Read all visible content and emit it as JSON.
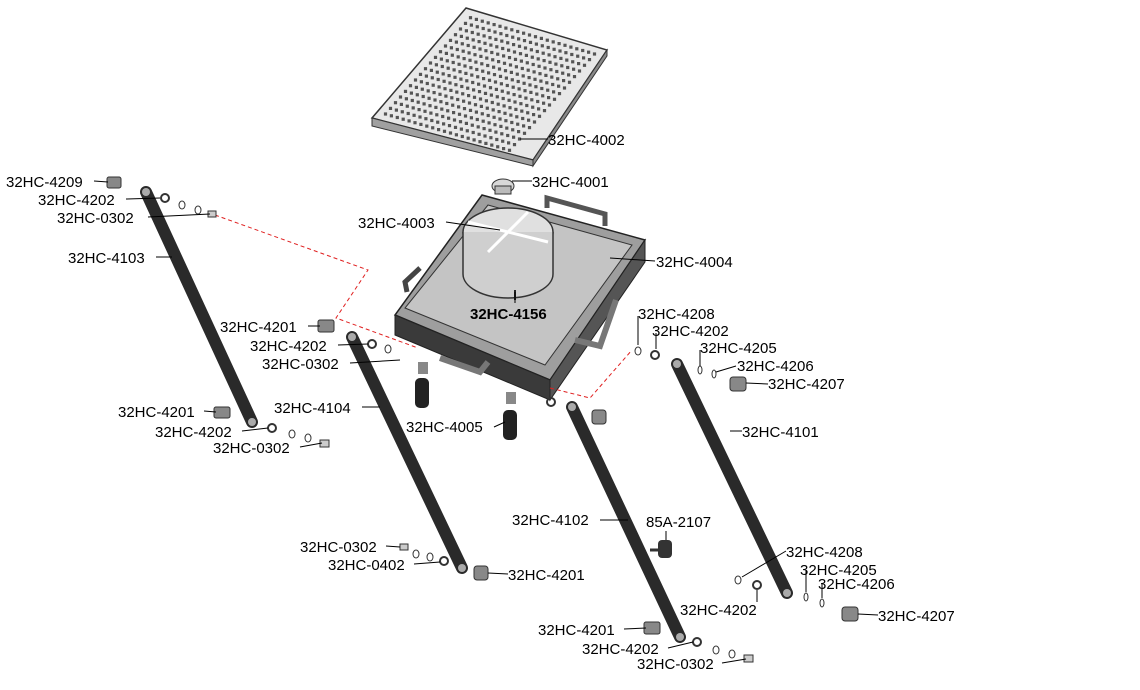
{
  "labels": {
    "l4002": "32HC-4002",
    "l4001": "32HC-4001",
    "l4003": "32HC-4003",
    "l4004": "32HC-4004",
    "l4156": "32HC-4156",
    "l4209": "32HC-4209",
    "l4202a": "32HC-4202",
    "l0302a": "32HC-0302",
    "l4103": "32HC-4103",
    "l4201a": "32HC-4201",
    "l4202b": "32HC-4202",
    "l0302b": "32HC-0302",
    "l4104": "32HC-4104",
    "l4201b": "32HC-4201",
    "l4202c": "32HC-4202",
    "l0302c": "32HC-0302",
    "l4005": "32HC-4005",
    "l4208a": "32HC-4208",
    "l4202d": "32HC-4202",
    "l4205a": "32HC-4205",
    "l4206a": "32HC-4206",
    "l4207a": "32HC-4207",
    "l4101": "32HC-4101",
    "l4102": "32HC-4102",
    "l2107": "85A-2107",
    "l0302d": "32HC-0302",
    "l0402": "32HC-0402",
    "l4201c": "32HC-4201",
    "l4208b": "32HC-4208",
    "l4205b": "32HC-4205",
    "l4206b": "32HC-4206",
    "l4202e": "32HC-4202",
    "l4207b": "32HC-4207",
    "l4201d": "32HC-4201",
    "l4202f": "32HC-4202",
    "l0302e": "32HC-0302"
  },
  "colors": {
    "leader": "#000000",
    "dashed_path": "#e02020",
    "part_dark": "#2a2a2a",
    "part_mid": "#6f6f6f",
    "part_light": "#d9d9d9",
    "tray_fill": "#bfbfbf"
  }
}
